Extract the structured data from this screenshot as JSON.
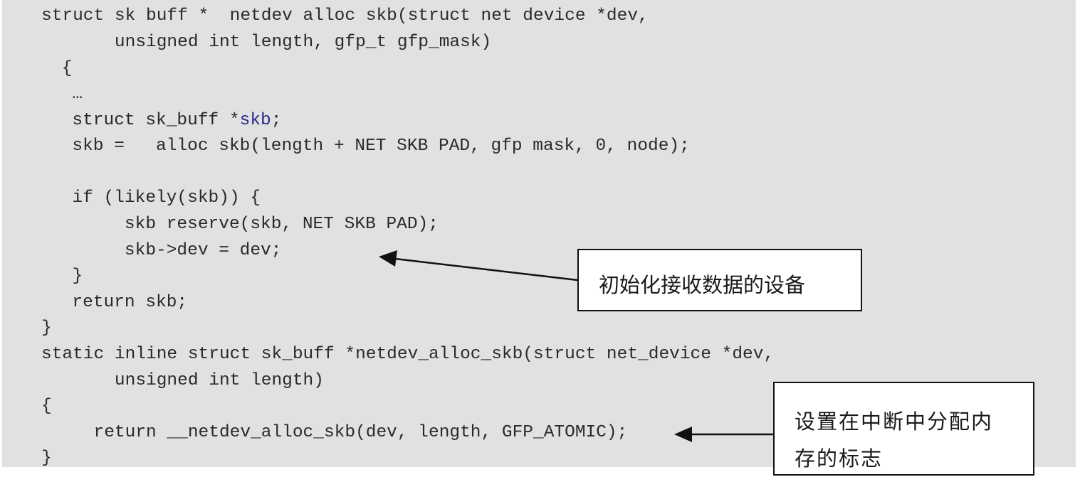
{
  "code": {
    "lines": [
      "struct sk buff *  netdev alloc skb(struct net device *dev,",
      "       unsigned int length, gfp_t gfp_mask)",
      " {",
      "  …",
      "  struct sk_buff *",
      "skb",
      ";",
      "  skb =   alloc skb(length + NET SKB PAD, gfp mask, 0, node);",
      "  if (likely(skb)) {",
      "       skb reserve(skb, NET SKB PAD);",
      "       skb->dev = dev;",
      "  }",
      "  return skb;",
      "}",
      "static inline struct sk_buff *netdev_alloc_skb(struct net_device *dev,",
      "       unsigned int length)",
      "{",
      "     return __netdev_alloc_skb(dev, length, GFP_ATOMIC);",
      "}"
    ]
  },
  "callouts": [
    {
      "text": "初始化接收数据的设备"
    },
    {
      "line1": "设置在中断中分配内",
      "line2": "存的标志"
    }
  ],
  "colors": {
    "background": "#e1e1e1",
    "code_text": "#2a2a2a",
    "highlight": "#2b2b8c"
  }
}
